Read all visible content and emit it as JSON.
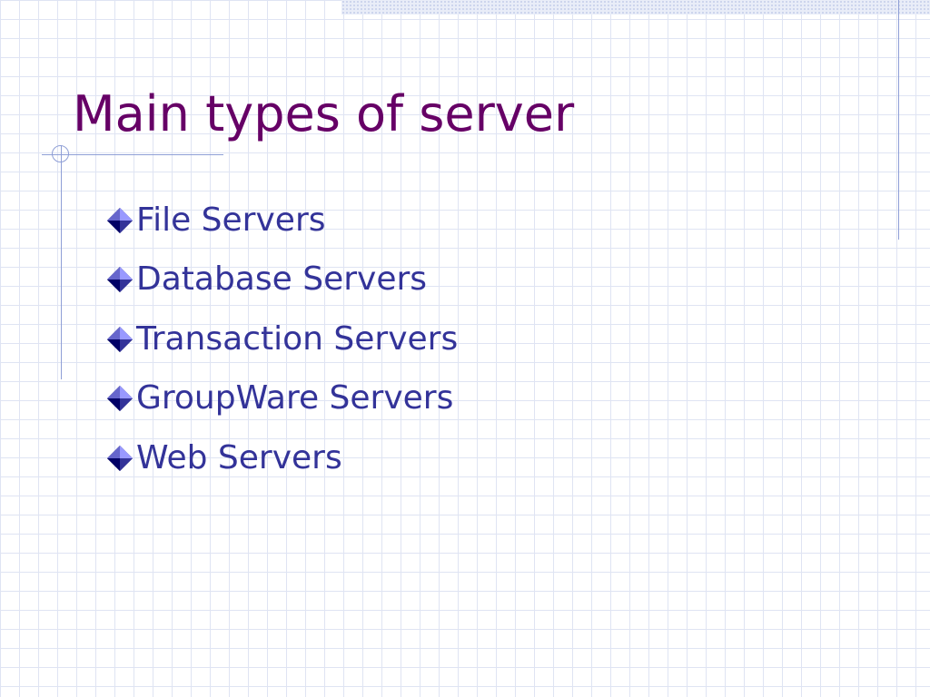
{
  "slide": {
    "title": "Main types of server",
    "bullets": [
      "File Servers",
      "Database Servers",
      "Transaction Servers",
      "GroupWare Servers",
      "Web Servers"
    ]
  },
  "colors": {
    "title": "#660066",
    "bullet_text": "#333399",
    "grid": "#dfe4f3",
    "rules": "#8f9fd6"
  },
  "icons": {
    "bullet": "diamond-bullet-icon"
  }
}
